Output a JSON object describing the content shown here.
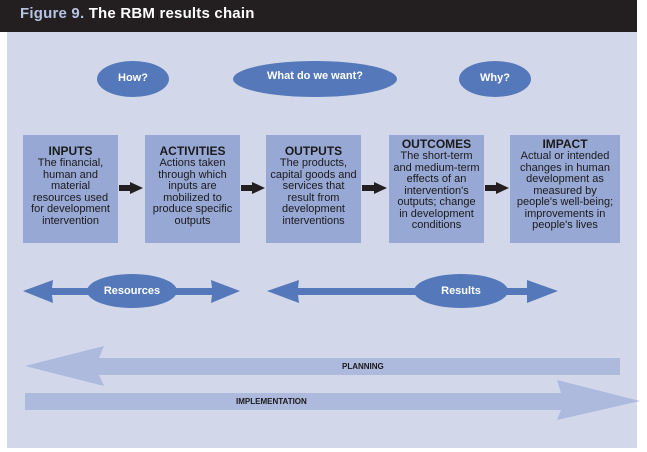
{
  "figure": {
    "number_label": "Figure 9.",
    "title": "The RBM results chain"
  },
  "questions": {
    "how": "How?",
    "what": "What do we want?",
    "why": "Why?"
  },
  "chain": [
    {
      "heading": "INPUTS",
      "text": "The financial, human and material resources used for development intervention"
    },
    {
      "heading": "ACTIVITIES",
      "text": "Actions taken through which inputs are mobilized to produce specific outputs"
    },
    {
      "heading": "OUTPUTS",
      "text": "The products, capital goods and services that result from development interventions"
    },
    {
      "heading": "OUTCOMES",
      "text": "The short-term and medium-term effects of an intervention's outputs; change in development conditions"
    },
    {
      "heading": "IMPACT",
      "text": "Actual or intended changes in human development as measured by people's well-being; improvements in people's lives"
    }
  ],
  "groupings": {
    "resources": "Resources",
    "results": "Results"
  },
  "bands": {
    "planning": "PLANNING",
    "implementation": "IMPLEMENTATION"
  },
  "colors": {
    "title_bar": "#231f20",
    "panel": "#d2d8ea",
    "box": "#97a8d5",
    "oval": "#5478b9",
    "band": "#adb9dd",
    "arrow_dark": "#231f20"
  }
}
